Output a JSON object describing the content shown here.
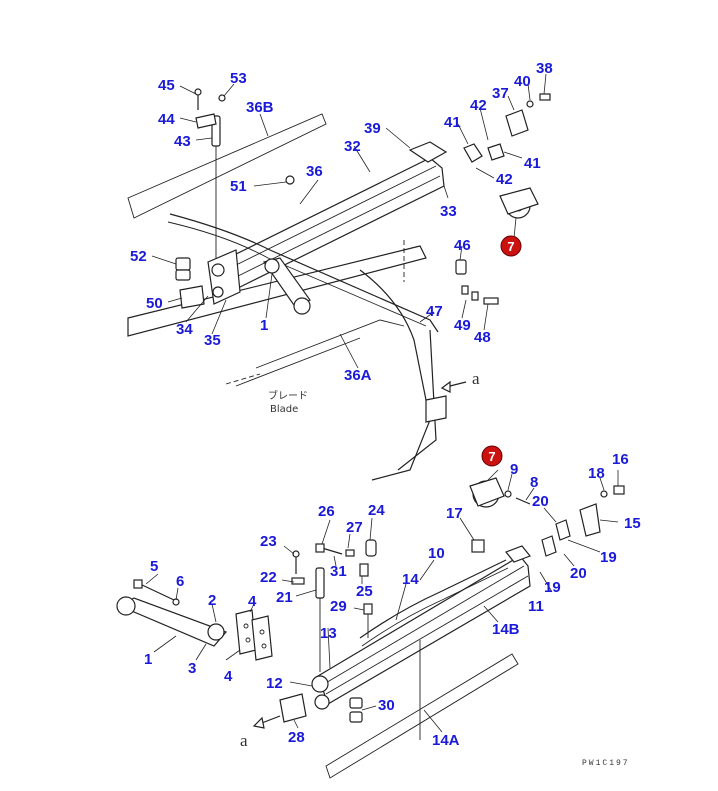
{
  "diagram": {
    "top_assembly_callouts": [
      "45",
      "53",
      "44",
      "36B",
      "43",
      "39",
      "32",
      "41",
      "42",
      "37",
      "40",
      "38",
      "41",
      "42",
      "51",
      "36",
      "33",
      "7",
      "46",
      "52",
      "50",
      "34",
      "35",
      "1",
      "47",
      "49",
      "48",
      "36A"
    ],
    "bottom_assembly_callouts": [
      "7",
      "9",
      "8",
      "18",
      "16",
      "20",
      "15",
      "17",
      "10",
      "26",
      "24",
      "23",
      "27",
      "31",
      "25",
      "19",
      "20",
      "5",
      "6",
      "2",
      "22",
      "21",
      "14",
      "19",
      "11",
      "29",
      "4",
      "13",
      "14B",
      "1",
      "3",
      "4",
      "12",
      "30",
      "28",
      "14A"
    ],
    "blade_label_jp": "ブレード",
    "blade_label_en": "Blade",
    "view_arrow_label": "a",
    "drawing_code": "PW1C197",
    "highlight_marker": "7",
    "highlight_color": "#cc1111"
  }
}
